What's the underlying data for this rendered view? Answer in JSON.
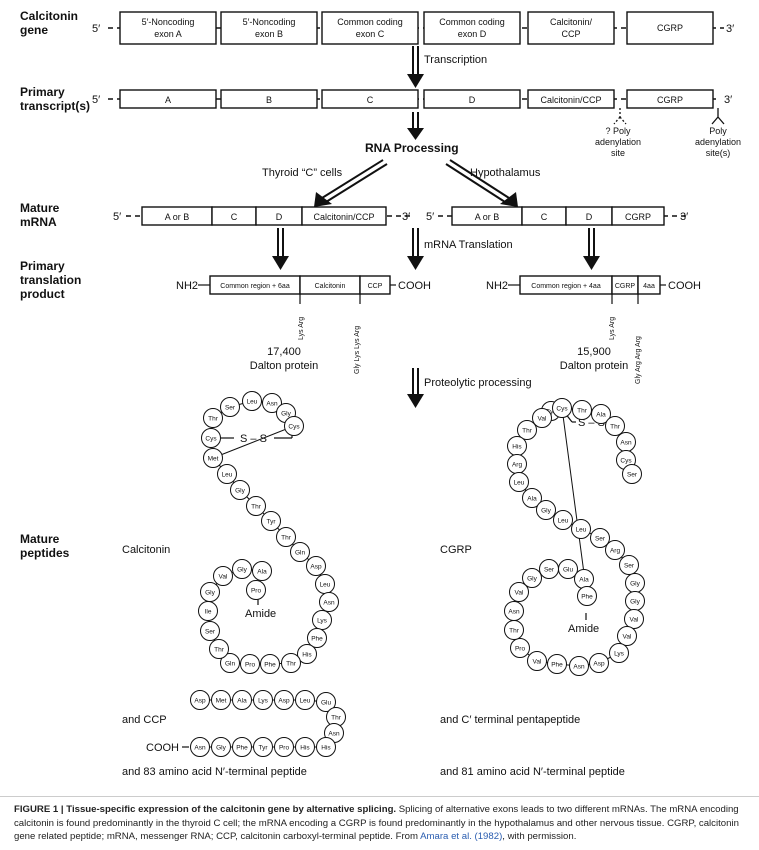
{
  "rows": {
    "gene": [
      "Calcitonin",
      "gene"
    ],
    "primary_transcript": [
      "Primary",
      "transcript(s)"
    ],
    "mature_mrna": [
      "Mature",
      "mRNA"
    ],
    "primary_translation": [
      "Primary",
      "translation",
      "product"
    ],
    "mature_peptides": [
      "Mature",
      "peptides"
    ]
  },
  "ends": {
    "five": "5′",
    "three": "3′"
  },
  "gene_exons": [
    [
      "5′-Noncoding",
      "exon A"
    ],
    [
      "5′-Noncoding",
      "exon B"
    ],
    [
      "Common coding",
      "exon C"
    ],
    [
      "Common coding",
      "exon D"
    ],
    [
      "Calcitonin/",
      "CCP"
    ],
    [
      "CGRP"
    ]
  ],
  "transcript_exons": [
    "A",
    "B",
    "C",
    "D",
    "Calcitonin/CCP",
    "CGRP"
  ],
  "steps": {
    "transcription": "Transcription",
    "rna_processing": "RNA Processing",
    "thyroid": "Thyroid “C” cells",
    "hypothalamus": "Hypothalamus",
    "mrna_translation": "mRNA Translation",
    "proteolytic": "Proteolytic processing"
  },
  "poly_a": {
    "first": [
      "? Poly",
      "adenylation",
      "site"
    ],
    "second": [
      "Poly",
      "adenylation",
      "site(s)"
    ]
  },
  "mrna_left": [
    "A or B",
    "C",
    "D",
    "Calcitonin/CCP"
  ],
  "mrna_right": [
    "A or B",
    "C",
    "D",
    "CGRP"
  ],
  "translation_left": {
    "nh2": "NH2",
    "segments": [
      "Common region + 6aa",
      "Calcitonin",
      "CCP"
    ],
    "cooh": "COOH",
    "cleavage": [
      "Lys Arg",
      "Gly Lys Lys Arg"
    ],
    "mass": [
      "17,400",
      "Dalton protein"
    ]
  },
  "translation_right": {
    "nh2": "NH2",
    "segments": [
      "Common region + 4aa",
      "CGRP",
      "4aa"
    ],
    "cooh": "COOH",
    "cleavage": [
      "Lys Arg",
      "Gly Arg Arg Arg"
    ],
    "mass": [
      "15,900",
      "Dalton protein"
    ]
  },
  "peptides": {
    "calcitonin": "Calcitonin",
    "cgrp": "CGRP",
    "amide": "Amide",
    "disulfide": "S – S",
    "and_ccp": "and CCP",
    "cterm_penta": "and C′ terminal pentapeptide",
    "cooh": "COOH",
    "n_term_left": "and 83 amino acid N′-terminal peptide",
    "n_term_right": "and 81 amino acid N′-terminal peptide"
  },
  "calcitonin_residues": [
    "Cys",
    "Thr",
    "Ser",
    "Leu",
    "Asn",
    "Gly",
    "Cys",
    "Met",
    "Leu",
    "Gly",
    "Thr",
    "Tyr",
    "Thr",
    "Gln",
    "Asp",
    "Leu",
    "Asn",
    "Lys",
    "Phe",
    "His",
    "Thr",
    "Phe",
    "Pro",
    "Gln",
    "Thr",
    "Ser",
    "Ile",
    "Gly",
    "Val",
    "Gly",
    "Ala",
    "Pro"
  ],
  "cgrp_residues": [
    "Cys",
    "Val",
    "Thr",
    "His",
    "Arg",
    "Leu",
    "Ala",
    "Gly",
    "Leu",
    "Leu",
    "Ser",
    "Arg",
    "Ser",
    "Gly",
    "Gly",
    "Val",
    "Val",
    "Lys",
    "Asp",
    "Asn",
    "Phe",
    "Val",
    "Pro",
    "Thr",
    "Asn",
    "Val",
    "Gly",
    "Ser",
    "Glu",
    "Ala",
    "Phe",
    "Cys",
    "Thr",
    "Ala",
    "Thr",
    "Asn",
    "Cys",
    "Ser"
  ],
  "ccp_top": [
    "Asp",
    "Met",
    "Ala",
    "Lys",
    "Asp",
    "Leu",
    "Glu"
  ],
  "ccp_turn": [
    "Thr",
    "Asn"
  ],
  "ccp_bottom": [
    "Asn",
    "Gly",
    "Phe",
    "Tyr",
    "Pro",
    "His",
    "His"
  ],
  "caption": {
    "label": "FIGURE 1 | Tissue-specific expression of the calcitonin gene by alternative splicing.",
    "text": " Splicing of alternative exons leads to two different mRNAs. The mRNA encoding calcitonin is found predominantly in the thyroid C cell; the mRNA encoding a CGRP is found predominantly in the hypothalamus and other nervous tissue. CGRP, calcitonin gene related peptide; mRNA, messenger RNA; CCP, calcitonin carboxyl-terminal peptide. From ",
    "cite": "Amara et al. (1982)",
    "end": ", with permission."
  }
}
